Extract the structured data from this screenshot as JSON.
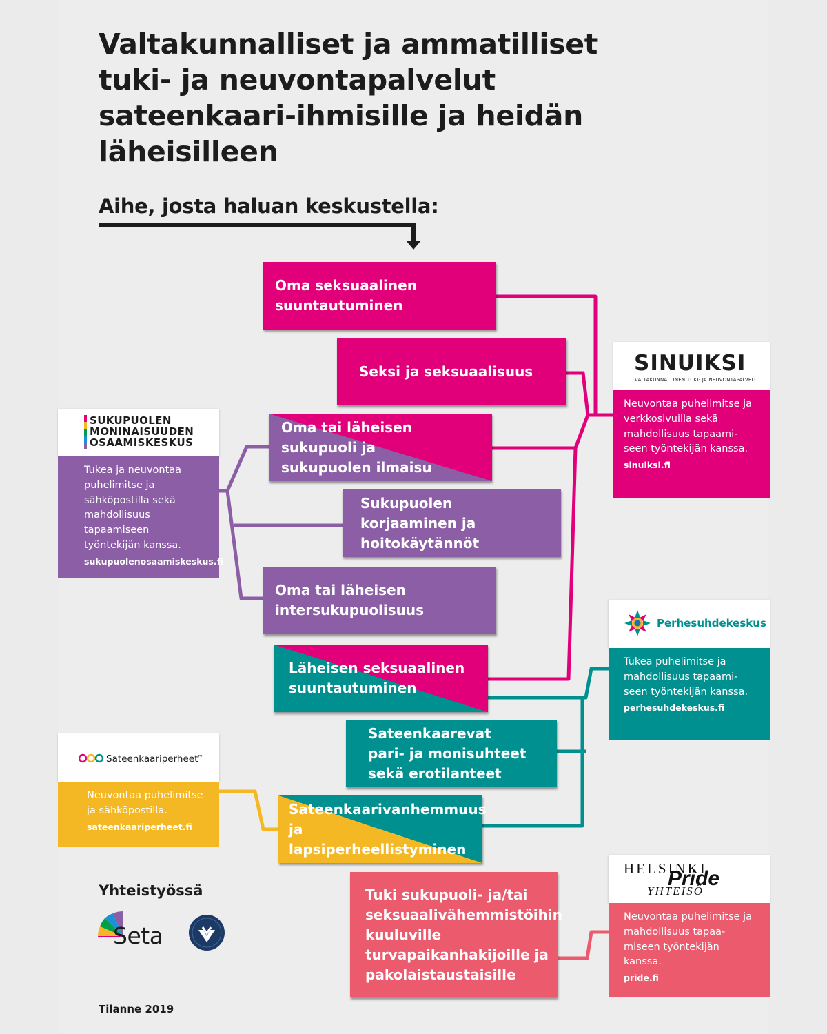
{
  "title": "Valtakunnalliset ja ammatilliset tuki- ja neuvontapalvelut sateenkaari-ihmisille ja heidän läheisilleen",
  "subtitle": "Aihe, josta haluan keskustella:",
  "topics": {
    "t1": "Oma seksuaalinen suuntautuminen",
    "t2": "Seksi ja seksuaalisuus",
    "t3": "Oma tai läheisen sukupuoli ja sukupuolen ilmaisu",
    "t4": "Sukupuolen korjaaminen ja hoitokäytännöt",
    "t5": "Oma tai läheisen intersukupuolisuus",
    "t6": "Läheisen seksuaalinen suuntautuminen",
    "t7": "Sateenkaarevat pari- ja monisuhteet sekä erotilanteet",
    "t8": "Sateenkaarivanhemmuus ja lapsiperheellistyminen",
    "t9": "Tuki sukupuoli- ja/tai seksuaalivähemmistöihin kuuluville turvapaikanhakijoille ja pakolaistaustaisille"
  },
  "orgs": {
    "sinuiksi": {
      "logo_name": "SINUIKSI",
      "logo_tagline": "VALTAKUNNALLINEN TUKI- JA NEUVONTAPALVELU",
      "desc": "Neuvontaa puhelimitse ja verkkosivuilla sekä mahdollisuus tapaami-seen työntekijän kanssa.",
      "url": "sinuiksi.fi",
      "color": "#e2007a"
    },
    "smo": {
      "logo_line1": "SUKUPUOLEN",
      "logo_line2": "MONINAISUUDEN",
      "logo_line3": "OSAAMISKESKUS",
      "desc": "Tukea ja neuvontaa puhelimitse ja sähköpostilla sekä mahdollisuus tapaamiseen työntekijän kanssa.",
      "url": "sukupuolenosaamiskeskus.fi",
      "color": "#8b5ea6"
    },
    "perhe": {
      "logo_name": "Perhesuhdekeskus",
      "desc": "Tukea puhelimitse ja mahdollisuus tapaami-seen työntekijän kanssa.",
      "url": "perhesuhdekeskus.fi",
      "color": "#00908f"
    },
    "sateenkaariperheet": {
      "logo_name": "Sateenkaariperheet",
      "logo_suffix": "ry",
      "desc": "Neuvontaa puhelimitse ja sähköpostilla.",
      "url": "sateenkaariperheet.fi",
      "color": "#f3b823"
    },
    "pride": {
      "logo_line1": "HELSINKI",
      "logo_line2": "Pride",
      "logo_line3": "YHTEISÖ",
      "desc": "Neuvontaa puhelimitse ja mahdollisuus tapaa-miseen työntekijän kanssa.",
      "url": "pride.fi",
      "color": "#eb5a6d"
    }
  },
  "footer": {
    "partners_label": "Yhteistyössä",
    "seta_logo": "Seta",
    "status": "Tilanne 2019"
  }
}
